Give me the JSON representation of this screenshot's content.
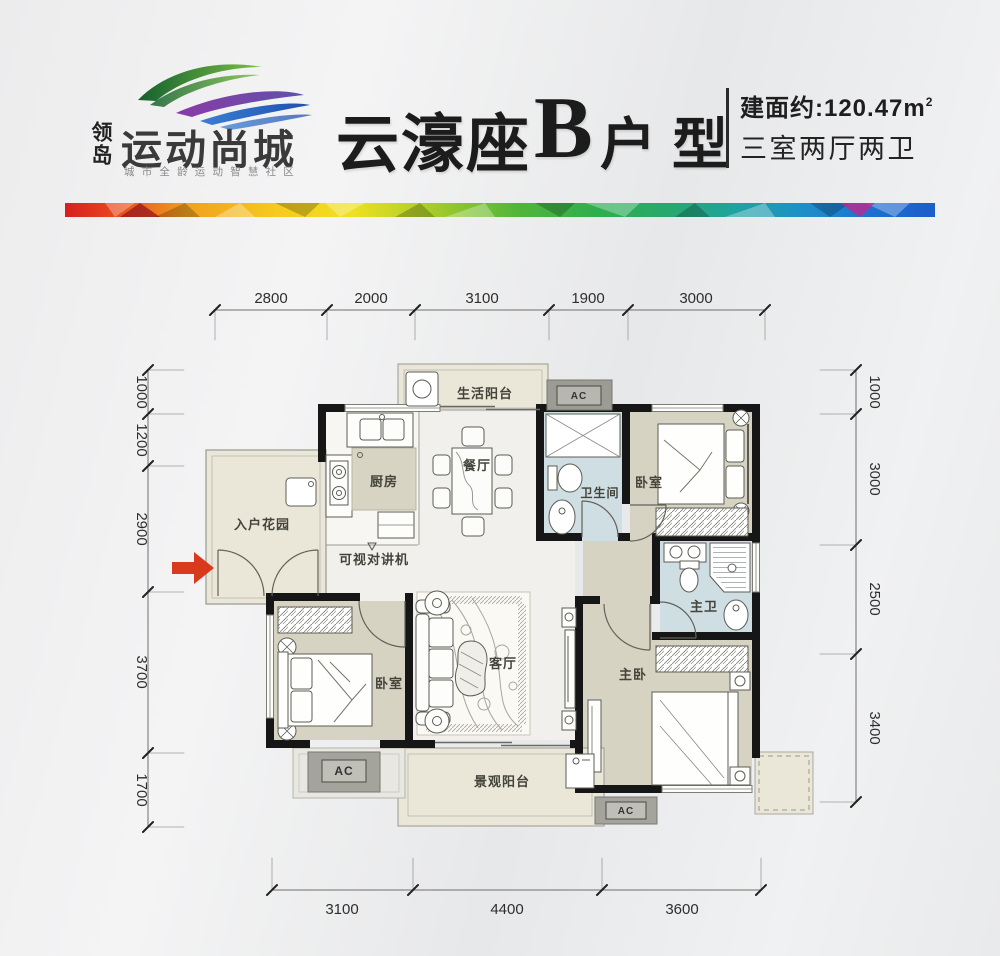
{
  "header": {
    "brand_vertical": "领岛",
    "brand_name": "运动尚城",
    "brand_tagline": "城市全龄运动智慧社区",
    "title_main": "云濠座",
    "title_letter": "B",
    "title_suffix": "户型",
    "area_prefix": "建面约:120.47m",
    "area_sup": "2",
    "spec": "三室两厅两卫"
  },
  "floorplan": {
    "rooms": [
      {
        "id": "living-balcony",
        "label": "生活阳台"
      },
      {
        "id": "kitchen",
        "label": "厨房"
      },
      {
        "id": "dining",
        "label": "餐厅"
      },
      {
        "id": "bathroom",
        "label": "卫生间"
      },
      {
        "id": "bedroom-2",
        "label": "卧室"
      },
      {
        "id": "entry-garden",
        "label": "入户花园"
      },
      {
        "id": "intercom",
        "label": "可视对讲机"
      },
      {
        "id": "living-room",
        "label": "客厅"
      },
      {
        "id": "master-bath",
        "label": "主卫"
      },
      {
        "id": "bedroom-1",
        "label": "卧室"
      },
      {
        "id": "master-bedroom",
        "label": "主卧"
      },
      {
        "id": "view-balcony",
        "label": "景观阳台"
      }
    ],
    "ac_units": [
      "AC",
      "AC",
      "AC"
    ],
    "dims": {
      "top": [
        "2800",
        "2000",
        "3100",
        "1900",
        "3000"
      ],
      "left": [
        "1000",
        "1200",
        "2900",
        "3700",
        "1700"
      ],
      "right": [
        "1000",
        "3000",
        "2500",
        "3400"
      ],
      "bottom": [
        "3100",
        "4400",
        "3600"
      ]
    }
  },
  "colors": {
    "wall": "#161616",
    "floor_cream": "#eae7d8",
    "floor_taupe": "#d7d3c3",
    "floor_bath": "#cfdee3",
    "floor_open": "#f1f0ec",
    "ac_grey": "#9c9c94",
    "entry_arrow_red": "#d93a1e",
    "brand_green": "#2f9e44",
    "brand_purple": "#7d3fa8",
    "brand_blue": "#2b6fc9"
  }
}
